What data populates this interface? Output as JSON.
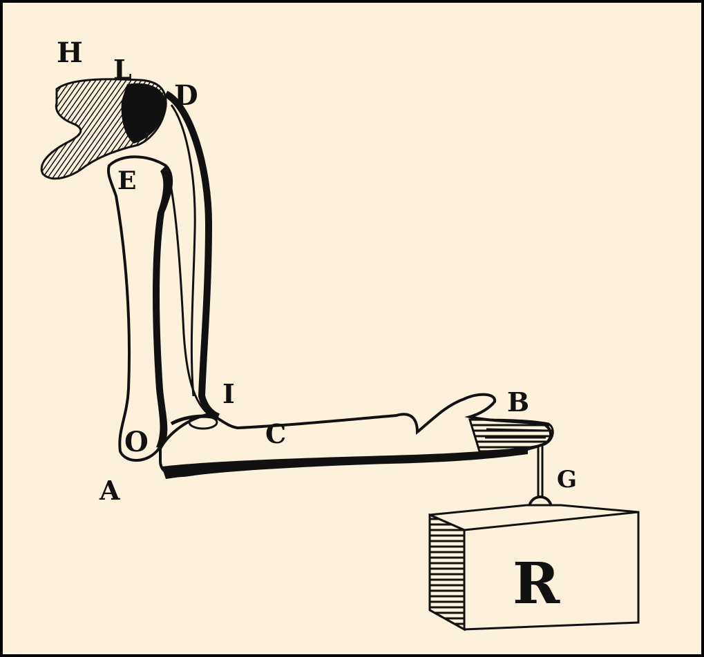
{
  "colors": {
    "paper": "#fbf1dc",
    "ink": "#111111",
    "frame": "#000000"
  },
  "labels": {
    "H": "H",
    "L": "L",
    "D": "D",
    "E": "E",
    "I": "I",
    "C": "C",
    "B": "B",
    "O": "O",
    "A": "A",
    "G": "G",
    "R": "R"
  }
}
